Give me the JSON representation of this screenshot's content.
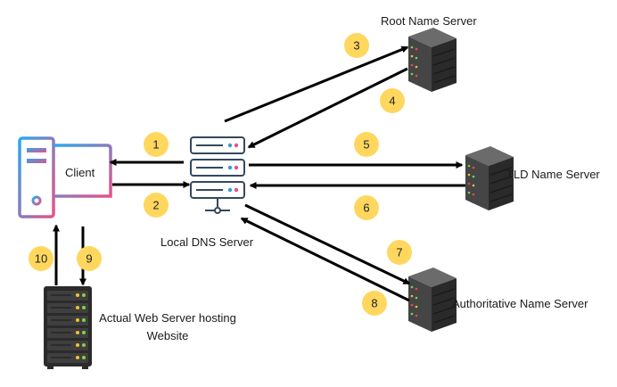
{
  "labels": {
    "root_server": "Root Name Server",
    "tld_server": "TLD Name Server",
    "authoritative_server": "Authoritative Name Server",
    "local_dns": "Local DNS Server",
    "client": "Client",
    "web_server_line1": "Actual Web Server hosting",
    "web_server_line2": "Website"
  },
  "steps": [
    "1",
    "2",
    "3",
    "4",
    "5",
    "6",
    "7",
    "8",
    "9",
    "10"
  ],
  "colors": {
    "badge_fill": "#FFD75E",
    "arrow": "#000000",
    "server_body": "#3a3a3a",
    "client_gradient_start": "#29A8F0",
    "client_gradient_end": "#E8508A"
  },
  "icons": {
    "client": "computer-icon",
    "local_dns": "server-rack-icon",
    "remote_servers": "server-tower-icon"
  }
}
